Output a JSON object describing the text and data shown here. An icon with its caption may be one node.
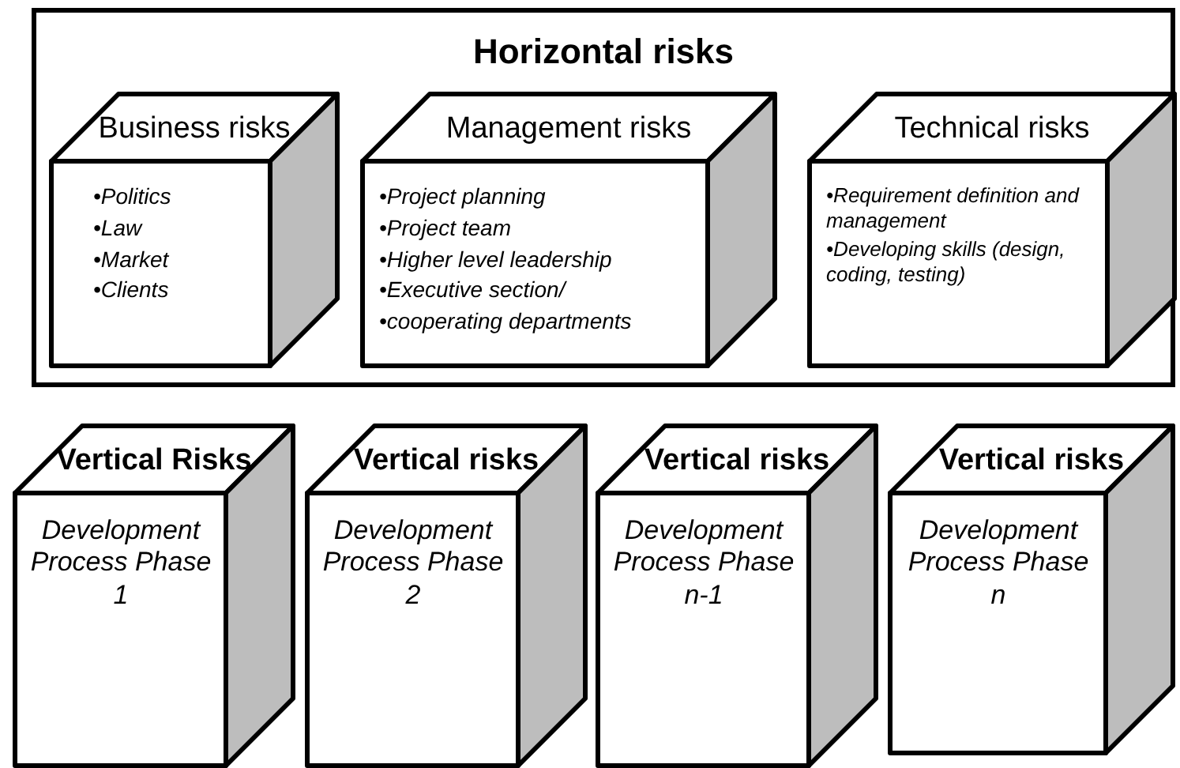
{
  "diagram": {
    "nodes": [
      {
        "text": [
          "Horizontal risks"
        ]
      },
      {
        "text": [
          "Business risks",
          "•Politics",
          "•Law",
          "•Market",
          "•Clients"
        ],
        "in": 0
      },
      {
        "text": [
          "Management risks",
          "•Project planning",
          "•Project team",
          "•Higher level leadership",
          "•Executive section/",
          "•cooperating departments"
        ],
        "in": 0
      },
      {
        "text": [
          "Technical risks",
          "•Requirement definition and management",
          "•Developing skills (design, coding, testing)"
        ],
        "in": 0
      },
      {
        "text": [
          "Vertical Risks",
          "Development Process Phase 1"
        ]
      },
      {
        "text": [
          "Vertical risks",
          "Development Process Phase 2"
        ]
      },
      {
        "text": [
          "Vertical risks",
          "Development Process Phase n-1"
        ]
      },
      {
        "text": [
          "Vertical risks",
          "Development Process Phase n"
        ]
      }
    ]
  }
}
